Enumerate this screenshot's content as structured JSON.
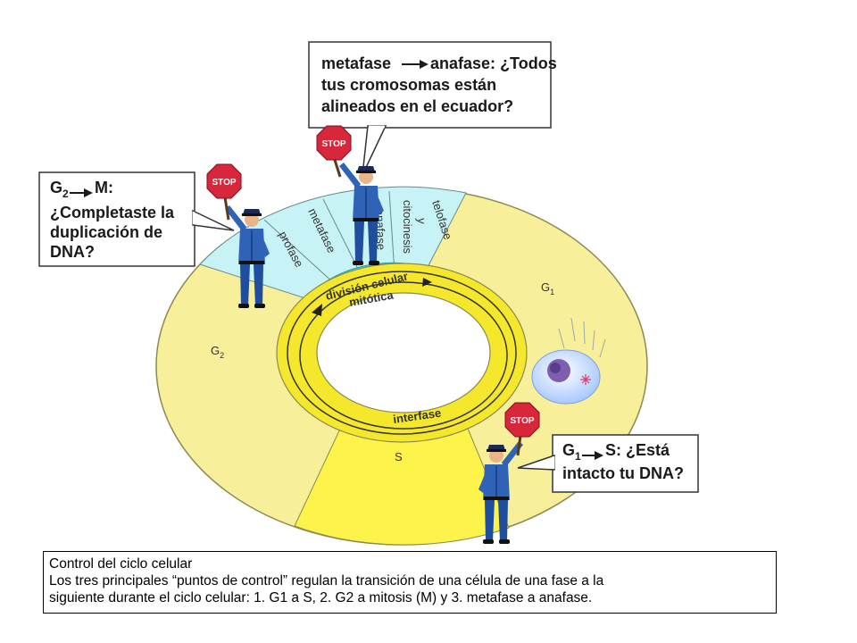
{
  "colors": {
    "ring": "#f7ef9a",
    "ring_stroke": "#8a8a50",
    "s_band": "#fdf34a",
    "mitosis_band": "#c8f3f6",
    "mitosis_inner": "#3fd8e8",
    "inner_ring": "#f5e82c",
    "officer_blue": "#2e63b8",
    "stop_red": "#d8263a",
    "cell_blue": "#bcd6ff"
  },
  "icons": [
    "stop-sign-icon",
    "police-officer-icon",
    "cell-icon"
  ],
  "diagram": {
    "phases": {
      "g1": "G",
      "g1_sub": "1",
      "g2": "G",
      "g2_sub": "2",
      "s": "S",
      "profase": "profase",
      "metafase": "metafase",
      "anafase": "anafase",
      "telofase": "telofase",
      "y": "y",
      "citocinesis": "citocinesis",
      "division_line1": "división celular",
      "division_line2": "mitótica",
      "interfase": "interfase"
    },
    "stop_label": "STOP",
    "bubble_top": {
      "from": "metafase",
      "to": "anafase:",
      "line1": "¿Todos",
      "line2": "tus cromosomas están",
      "line3": "alineados en el ecuador?"
    },
    "bubble_left": {
      "g": "G",
      "sub": "2",
      "to": "M:",
      "line1": "¿Completaste la",
      "line2": "duplicación de",
      "line3": "DNA?"
    },
    "bubble_right": {
      "g": "G",
      "sub": "1",
      "to": "S:",
      "question": "¿Está",
      "line2": "intacto tu DNA?"
    }
  },
  "caption": {
    "title": "Control del ciclo celular",
    "line1": "Los tres principales “puntos de control” regulan la transición de una célula de una fase a la",
    "line2": "siguiente durante el ciclo celular: 1. G1 a S, 2. G2 a mitosis (M) y 3. metafase a anafase."
  }
}
